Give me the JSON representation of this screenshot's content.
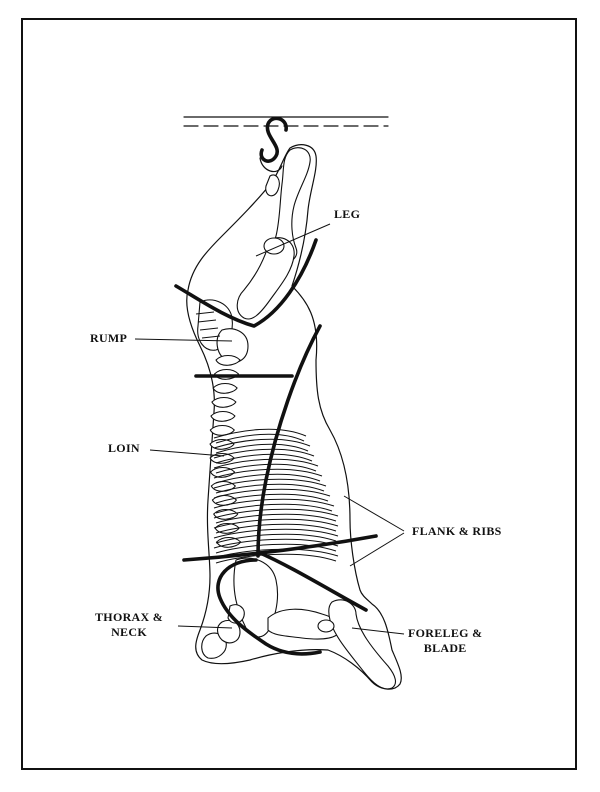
{
  "labels": {
    "leg": "LEG",
    "rump": "RUMP",
    "loin": "LOIN",
    "flank_ribs": "FLANK & RIBS",
    "thorax_neck": [
      "THORAX &",
      "NECK"
    ],
    "foreleg_blade": [
      "FORELEG &",
      "BLADE"
    ]
  },
  "colors": {
    "ink": "#111111",
    "background": "#ffffff"
  }
}
